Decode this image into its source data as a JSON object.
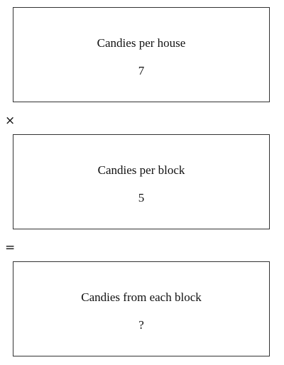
{
  "boxes": [
    {
      "label": "Candies per house",
      "value": "7"
    },
    {
      "label": "Candies per block",
      "value": "5"
    },
    {
      "label": "Candies from each block",
      "value": "?"
    }
  ],
  "operators": {
    "multiply": "×",
    "equals": "="
  }
}
